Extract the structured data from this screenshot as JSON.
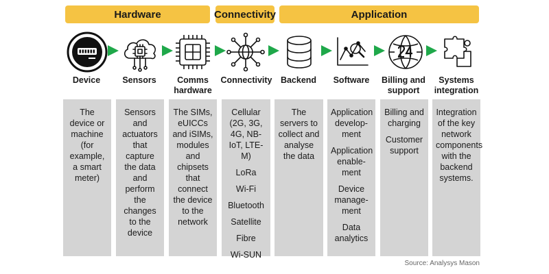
{
  "bands": {
    "hardware": "Hardware",
    "connectivity": "Connectivity",
    "application": "Application"
  },
  "icons": {
    "device": "smart-meter-icon",
    "sensors": "cloud-chip-icon",
    "comms": "sim-chip-icon",
    "connectivity": "network-node-icon",
    "backend": "database-icon",
    "software": "analytics-chart-icon",
    "billing": "24-hour-globe-icon",
    "integration": "puzzle-icon"
  },
  "colors": {
    "band": "#f5c343",
    "arrow": "#1fa84a",
    "box": "#d4d4d4"
  },
  "columns": [
    {
      "title": "Device",
      "items": [
        "The device or machine (for example, a smart meter)"
      ]
    },
    {
      "title": "Sensors",
      "items": [
        "Sensors and actuators that capture the data and perform the changes to the device"
      ]
    },
    {
      "title": "Comms hardware",
      "items": [
        "The SIMs, eUICCs and iSIMs, modules and chipsets that connect the device to the network"
      ]
    },
    {
      "title": "Connectivity",
      "items": [
        "Cellular (2G, 3G, 4G, NB-IoT, LTE-M)",
        "LoRa",
        "Wi-Fi",
        "Bluetooth",
        "Satellite",
        "Fibre",
        "Wi-SUN"
      ]
    },
    {
      "title": "Backend",
      "items": [
        "The servers to collect and analyse the data"
      ]
    },
    {
      "title": "Software",
      "items": [
        "Application develop-ment",
        "Application enable-ment",
        "Device manage-ment",
        "Data analytics"
      ]
    },
    {
      "title": "Billing and support",
      "items": [
        "Billing and charging",
        "Customer support"
      ]
    },
    {
      "title": "Systems integration",
      "items": [
        "Integration of the key network components with the backend systems."
      ]
    }
  ],
  "source": "Source: Analysys Mason"
}
